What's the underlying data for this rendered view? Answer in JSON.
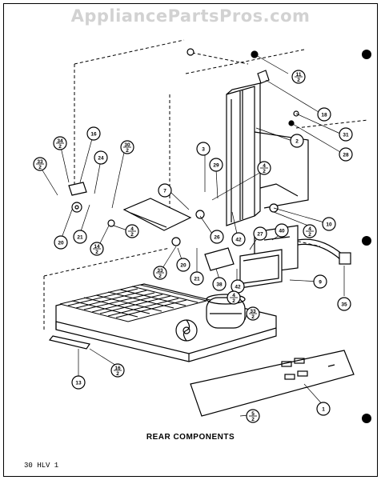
{
  "watermark": "AppliancePartsPros.com",
  "caption": "REAR COMPONENTS",
  "page_code": "30 HLV 1",
  "callouts": [
    {
      "id": "c11",
      "text": "11",
      "sub": "2"
    },
    {
      "id": "c18",
      "text": "18"
    },
    {
      "id": "c31",
      "text": "31"
    },
    {
      "id": "c28",
      "text": "28"
    },
    {
      "id": "c2",
      "text": "2"
    },
    {
      "id": "c3",
      "text": "3"
    },
    {
      "id": "c29",
      "text": "29"
    },
    {
      "id": "c4a",
      "text": "4",
      "sub": "2"
    },
    {
      "id": "c7",
      "text": "7"
    },
    {
      "id": "c26",
      "text": "26"
    },
    {
      "id": "c42a",
      "text": "42"
    },
    {
      "id": "c27",
      "text": "27"
    },
    {
      "id": "c40",
      "text": "40"
    },
    {
      "id": "c10",
      "text": "10"
    },
    {
      "id": "c4b",
      "text": "4",
      "sub": "2"
    },
    {
      "id": "c16",
      "text": "16"
    },
    {
      "id": "c34",
      "text": "34",
      "sub": "2"
    },
    {
      "id": "c30",
      "text": "30",
      "sub": "2"
    },
    {
      "id": "c33a",
      "text": "33",
      "sub": "2"
    },
    {
      "id": "c24",
      "text": "24"
    },
    {
      "id": "c20a",
      "text": "20"
    },
    {
      "id": "c21a",
      "text": "21"
    },
    {
      "id": "c14",
      "text": "14",
      "sub": "2"
    },
    {
      "id": "c4c",
      "text": "4",
      "sub": "2"
    },
    {
      "id": "c33b",
      "text": "33",
      "sub": "2"
    },
    {
      "id": "c20b",
      "text": "20"
    },
    {
      "id": "c21b",
      "text": "21"
    },
    {
      "id": "c38",
      "text": "38"
    },
    {
      "id": "c42b",
      "text": "42"
    },
    {
      "id": "c4d",
      "text": "4",
      "sub": "2"
    },
    {
      "id": "c9",
      "text": "9"
    },
    {
      "id": "c35",
      "text": "35"
    },
    {
      "id": "c33c",
      "text": "33",
      "sub": "2"
    },
    {
      "id": "c13",
      "text": "13"
    },
    {
      "id": "c16b",
      "text": "16",
      "sub": "2"
    },
    {
      "id": "c1",
      "text": "1"
    },
    {
      "id": "c5",
      "text": "5",
      "sub": "2"
    }
  ]
}
